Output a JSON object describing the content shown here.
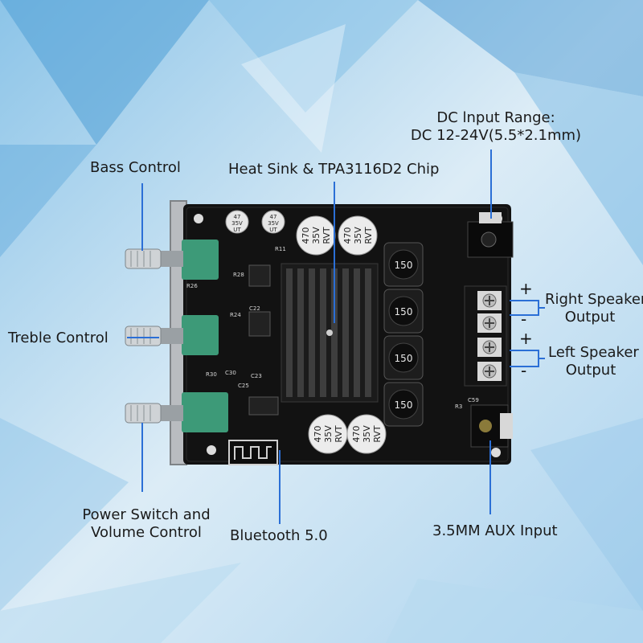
{
  "labels": {
    "dc_range_line1": "DC lnput Range:",
    "dc_range_line2": "DC 12-24V(5.5*2.1mm)",
    "bass": "Bass Control",
    "heatsink": "Heat Sink & TPA3116D2 Chip",
    "treble": "Treble Control",
    "right_line1": "Right Speaker",
    "right_line2": "Output",
    "left_line1": "Left Speaker",
    "left_line2": "Output",
    "power_line1": "Power Switch and",
    "power_line2": "Volume Control",
    "bluetooth": "Bluetooth 5.0",
    "aux": "3.5MM AUX Input"
  },
  "board": {
    "cap_small_1": [
      "47",
      "35V",
      "UT"
    ],
    "cap_small_2": [
      "47",
      "35V",
      "UT"
    ],
    "cap_big": [
      "470",
      "35V",
      "RVT"
    ],
    "inductor": "150",
    "plus": "+",
    "minus": "-",
    "silk": [
      "R26",
      "R28",
      "C22",
      "C23",
      "R30",
      "C30",
      "C25",
      "R11",
      "R3",
      "C59",
      "R24"
    ]
  },
  "colors": {
    "callout": "#2b6fd6",
    "board": "#111111",
    "pot": "#3d9a78",
    "bg_light": "#dcecf6",
    "bg_blue": "#5aa7d8"
  }
}
